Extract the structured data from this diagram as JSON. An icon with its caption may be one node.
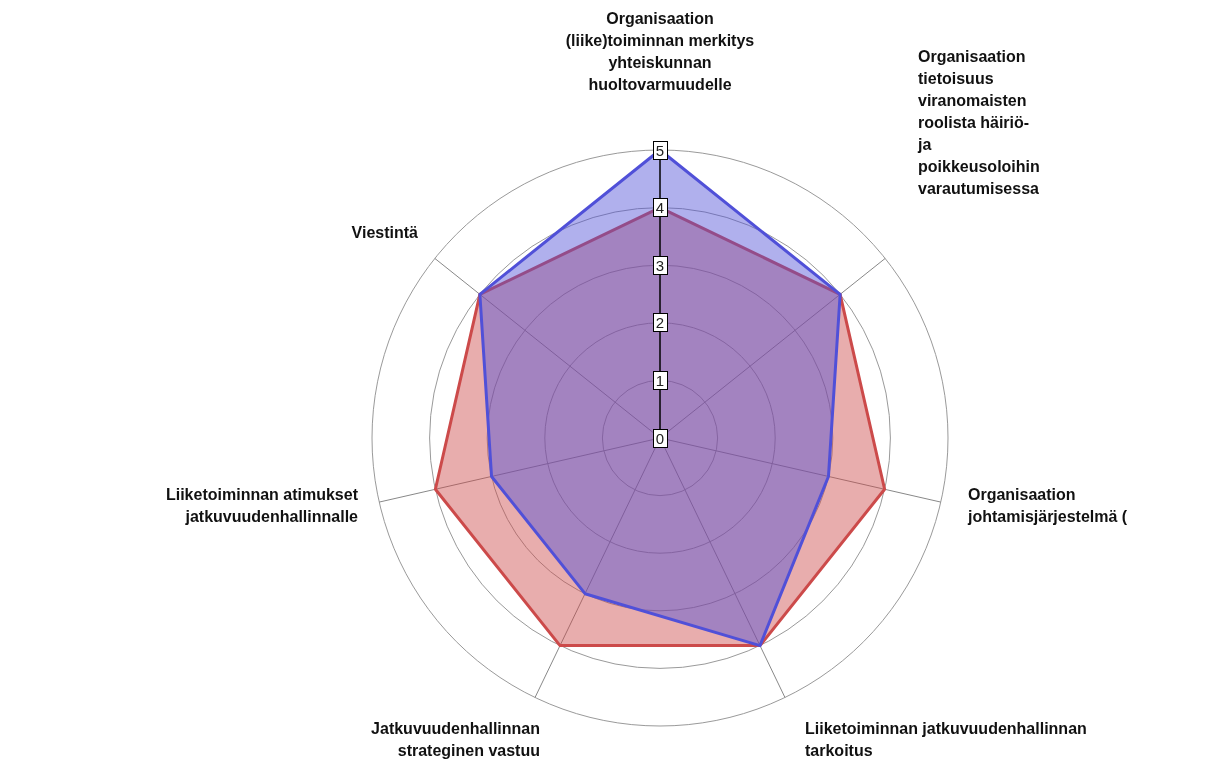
{
  "diagram": {
    "labels": [
      "Organisaation (liike)toiminnan merkitys yhteiskunnan huoltovarmuudelle",
      "Organisaation tietoisuus viranomaisten roolista häiriö- ja poikkeusoloihin varautumisessa",
      "5",
      "4",
      "Viestintä",
      "3",
      "2",
      "1",
      "0",
      "Liiketoiminnan atimukset jatkuvuudenhallinnalle",
      "Organisaation johtamisjärjestelmä (",
      "Jatkuvuudenhallinnan strateginen vastuu",
      "Liiketoiminnan jatkuvuudenhallinnan tarkoitus"
    ]
  }
}
